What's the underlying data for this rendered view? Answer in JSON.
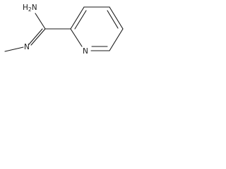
{
  "molecule": {
    "atoms": {
      "amine": {
        "element": "H2N",
        "main": "H",
        "sub": "2",
        "tail": "N"
      },
      "imine_n": {
        "element": "N"
      },
      "pyridine_n": {
        "element": "N"
      }
    }
  }
}
